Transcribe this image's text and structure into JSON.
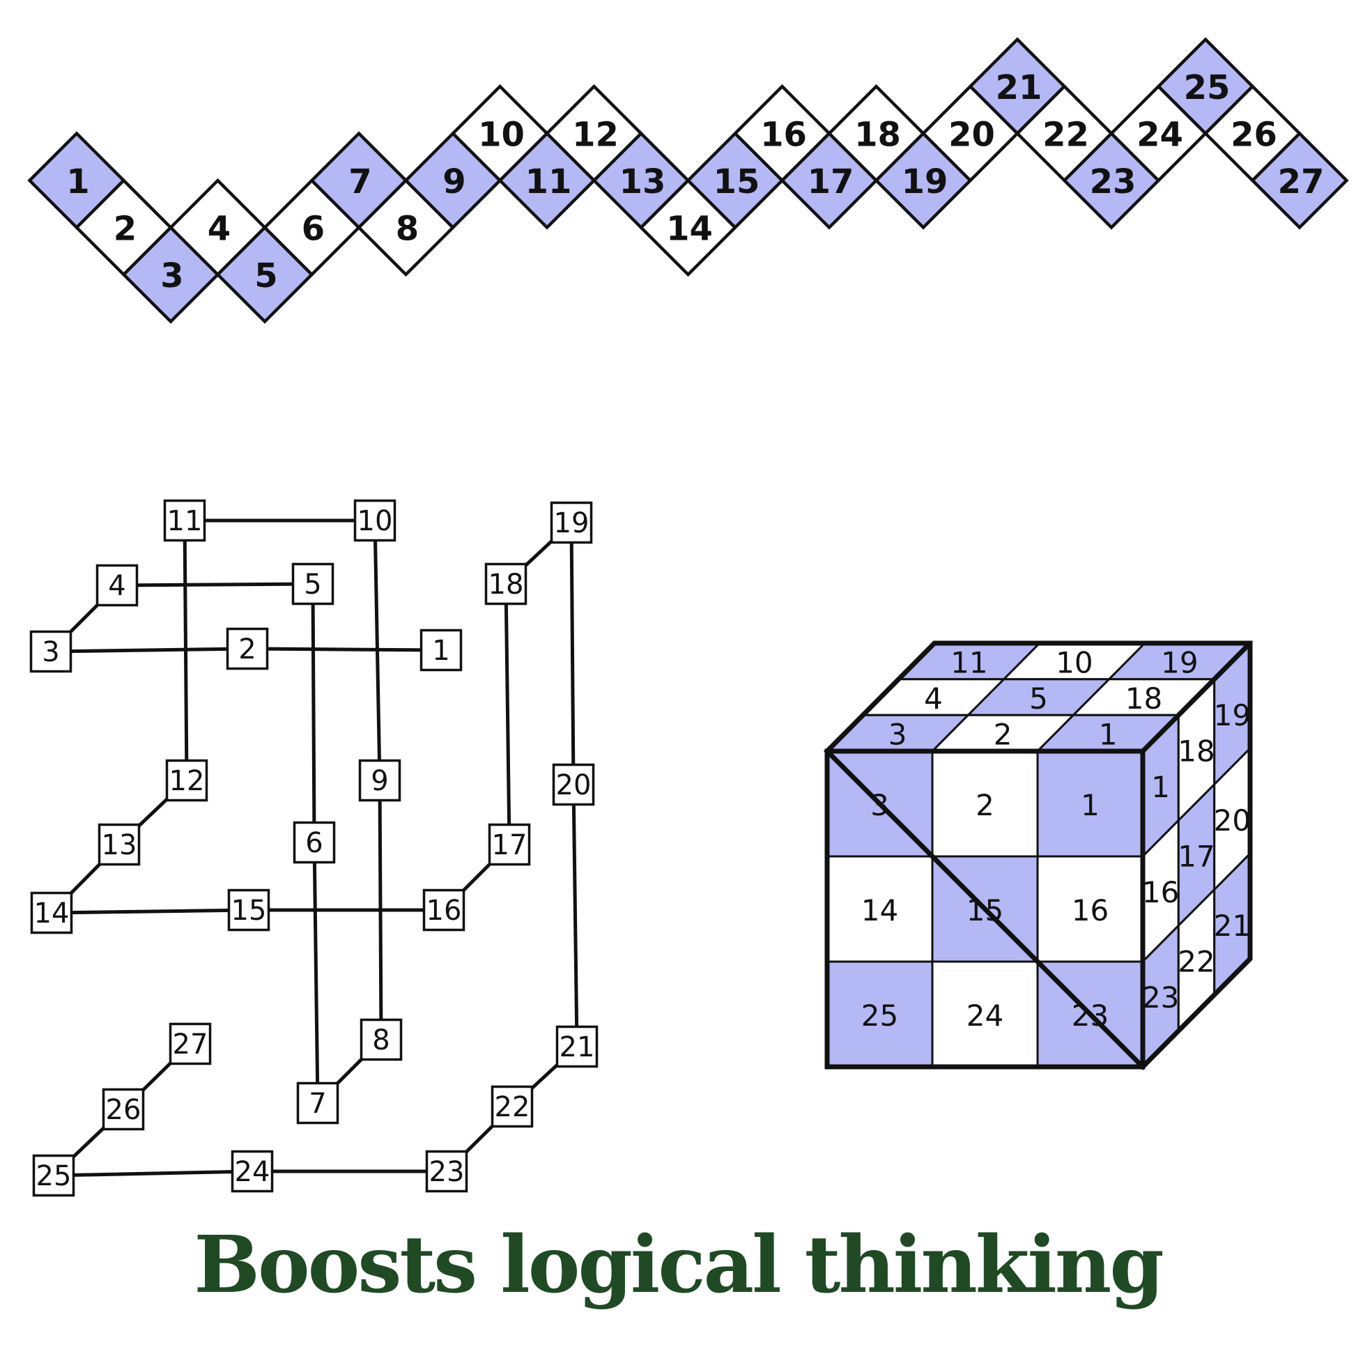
{
  "colors": {
    "shaded": "#b4b8f4",
    "plain": "#ffffff",
    "line": "#111111",
    "caption": "#1f4a24"
  },
  "chain": {
    "cells": [
      {
        "label": "1",
        "shaded": true
      },
      {
        "label": "2",
        "shaded": false
      },
      {
        "label": "3",
        "shaded": true
      },
      {
        "label": "4",
        "shaded": false
      },
      {
        "label": "5",
        "shaded": true
      },
      {
        "label": "6",
        "shaded": false
      },
      {
        "label": "7",
        "shaded": true
      },
      {
        "label": "8",
        "shaded": false
      },
      {
        "label": "9",
        "shaded": true
      },
      {
        "label": "10",
        "shaded": false
      },
      {
        "label": "11",
        "shaded": true
      },
      {
        "label": "12",
        "shaded": false
      },
      {
        "label": "13",
        "shaded": true
      },
      {
        "label": "14",
        "shaded": false
      },
      {
        "label": "15",
        "shaded": true
      },
      {
        "label": "16",
        "shaded": false
      },
      {
        "label": "17",
        "shaded": true
      },
      {
        "label": "18",
        "shaded": false
      },
      {
        "label": "19",
        "shaded": true
      },
      {
        "label": "20",
        "shaded": false
      },
      {
        "label": "21",
        "shaded": true
      },
      {
        "label": "22",
        "shaded": false
      },
      {
        "label": "23",
        "shaded": true
      },
      {
        "label": "24",
        "shaded": false
      },
      {
        "label": "25",
        "shaded": true
      },
      {
        "label": "26",
        "shaded": false
      },
      {
        "label": "27",
        "shaded": true
      }
    ]
  },
  "graph": {
    "nodes": [
      "1",
      "2",
      "3",
      "4",
      "5",
      "6",
      "7",
      "8",
      "9",
      "10",
      "11",
      "12",
      "13",
      "14",
      "15",
      "16",
      "17",
      "18",
      "19",
      "20",
      "21",
      "22",
      "23",
      "24",
      "25",
      "26",
      "27"
    ],
    "edges": [
      [
        "11",
        "10"
      ],
      [
        "4",
        "5"
      ],
      [
        "3",
        "2"
      ],
      [
        "2",
        "1"
      ],
      [
        "4",
        "3"
      ],
      [
        "11",
        "12"
      ],
      [
        "10",
        "9"
      ],
      [
        "5",
        "6"
      ],
      [
        "12",
        "13"
      ],
      [
        "13",
        "14"
      ],
      [
        "14",
        "15"
      ],
      [
        "15",
        "16"
      ],
      [
        "16",
        "17"
      ],
      [
        "17",
        "18"
      ],
      [
        "18",
        "19"
      ],
      [
        "19",
        "20"
      ],
      [
        "20",
        "21"
      ],
      [
        "21",
        "22"
      ],
      [
        "22",
        "23"
      ],
      [
        "23",
        "24"
      ],
      [
        "24",
        "25"
      ],
      [
        "25",
        "26"
      ],
      [
        "26",
        "27"
      ],
      [
        "6",
        "7"
      ],
      [
        "7",
        "8"
      ],
      [
        "9",
        "8"
      ]
    ]
  },
  "cube": {
    "front": [
      [
        {
          "label": "3",
          "shaded": true
        },
        {
          "label": "2",
          "shaded": false
        },
        {
          "label": "1",
          "shaded": true
        }
      ],
      [
        {
          "label": "14",
          "shaded": false
        },
        {
          "label": "15",
          "shaded": true
        },
        {
          "label": "16",
          "shaded": false
        }
      ],
      [
        {
          "label": "25",
          "shaded": true
        },
        {
          "label": "24",
          "shaded": false
        },
        {
          "label": "23",
          "shaded": true
        }
      ]
    ],
    "top": [
      [
        {
          "label": "11",
          "shaded": true
        },
        {
          "label": "10",
          "shaded": false
        },
        {
          "label": "19",
          "shaded": true
        }
      ],
      [
        {
          "label": "4",
          "shaded": false
        },
        {
          "label": "5",
          "shaded": true
        },
        {
          "label": "18",
          "shaded": false
        }
      ],
      [
        {
          "label": "3",
          "shaded": true
        },
        {
          "label": "2",
          "shaded": false
        },
        {
          "label": "1",
          "shaded": true
        }
      ]
    ],
    "side": [
      [
        {
          "label": "1",
          "shaded": true
        },
        {
          "label": "18",
          "shaded": false
        },
        {
          "label": "19",
          "shaded": true
        }
      ],
      [
        {
          "label": "16",
          "shaded": false
        },
        {
          "label": "17",
          "shaded": true
        },
        {
          "label": "20",
          "shaded": false
        }
      ],
      [
        {
          "label": "23",
          "shaded": true
        },
        {
          "label": "22",
          "shaded": false
        },
        {
          "label": "21",
          "shaded": true
        }
      ]
    ]
  },
  "caption": "Boosts logical thinking"
}
